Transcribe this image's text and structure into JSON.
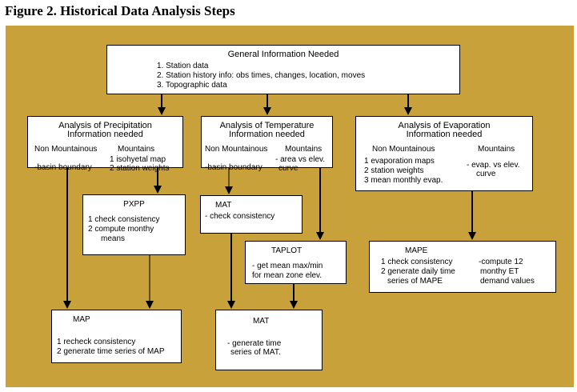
{
  "figure_title": "Figure 2. Historical Data Analysis Steps",
  "general": {
    "title": "General Information Needed",
    "items": [
      "1.  Station data",
      "2.  Station history info: obs times, changes, location, moves",
      "3.  Topographic data"
    ]
  },
  "precip": {
    "title1": "Analysis of Precipitation",
    "title2": "Information needed",
    "col1_head": "Non Mountainous",
    "col2_head": "Mountains",
    "col1_text": "-basin boundary",
    "col2_line1": "1 isohyetal map",
    "col2_line2": "2 station weights"
  },
  "temp": {
    "title1": "Analysis of Temperature",
    "title2": "Information needed",
    "col1_head": "Non Mountainous",
    "col2_head": "Mountains",
    "col1_text": "-basin boundary",
    "col2_line1": "- area vs elev.",
    "col2_line2": "curve"
  },
  "evap": {
    "title1": "Analysis of Evaporation",
    "title2": "Information needed",
    "col1_head": "Non Mountainous",
    "col2_head": "Mountains",
    "col1_line1": "1   evaporation maps",
    "col1_line2": "2   station weights",
    "col1_line3": "3   mean monthly evap.",
    "col2_line1": "- evap. vs elev.",
    "col2_line2": "curve"
  },
  "pxpp": {
    "title": "PXPP",
    "line1": "1    check consistency",
    "line2": "2    compute monthy",
    "line3": "means"
  },
  "mat1": {
    "title": "MAT",
    "line1": "- check consistency"
  },
  "taplot": {
    "title": "TAPLOT",
    "line1": "- get mean max/min",
    "line2": "for mean zone elev."
  },
  "mape": {
    "title": "MAPE",
    "left1": "1 check consistency",
    "left2": "2 generate daily time",
    "left3": "series of MAPE",
    "right1": "-compute 12",
    "right2": "monthy ET",
    "right3": "demand values"
  },
  "map": {
    "title": "MAP",
    "line1": "1 recheck consistency",
    "line2": "2 generate time series of MAP"
  },
  "mat2": {
    "title": "MAT",
    "line1": "- generate time",
    "line2": "series of MAT."
  },
  "colors": {
    "panel": "#c9a13a",
    "box": "#ffffff",
    "line": "#000000"
  }
}
